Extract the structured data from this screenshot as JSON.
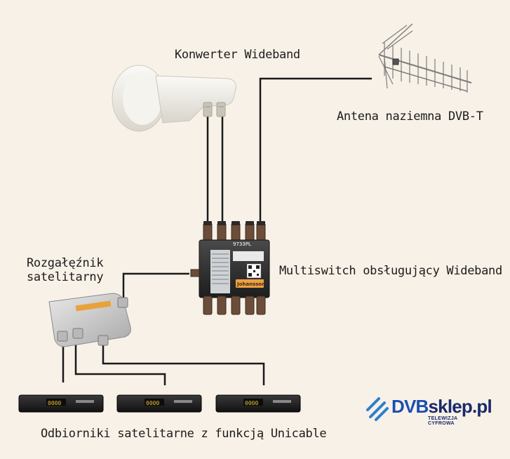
{
  "labels": {
    "lnb": "Konwerter Wideband",
    "antenna": "Antena naziemna DVB-T",
    "multiswitch": "Multiswitch obsługujący Wideband",
    "splitter_line1": "Rozgałęźnik",
    "splitter_line2": "satelitarny",
    "receivers": "Odbiorniki satelitarne z funkcją Unicable"
  },
  "multiswitch": {
    "model": "9733PL",
    "brand": "Johansson"
  },
  "receiver_display": "0000",
  "logo": {
    "name_part1": "DVB",
    "name_part2": "sklep.pl",
    "tagline": "TELEWIZJA CYFROWA"
  }
}
